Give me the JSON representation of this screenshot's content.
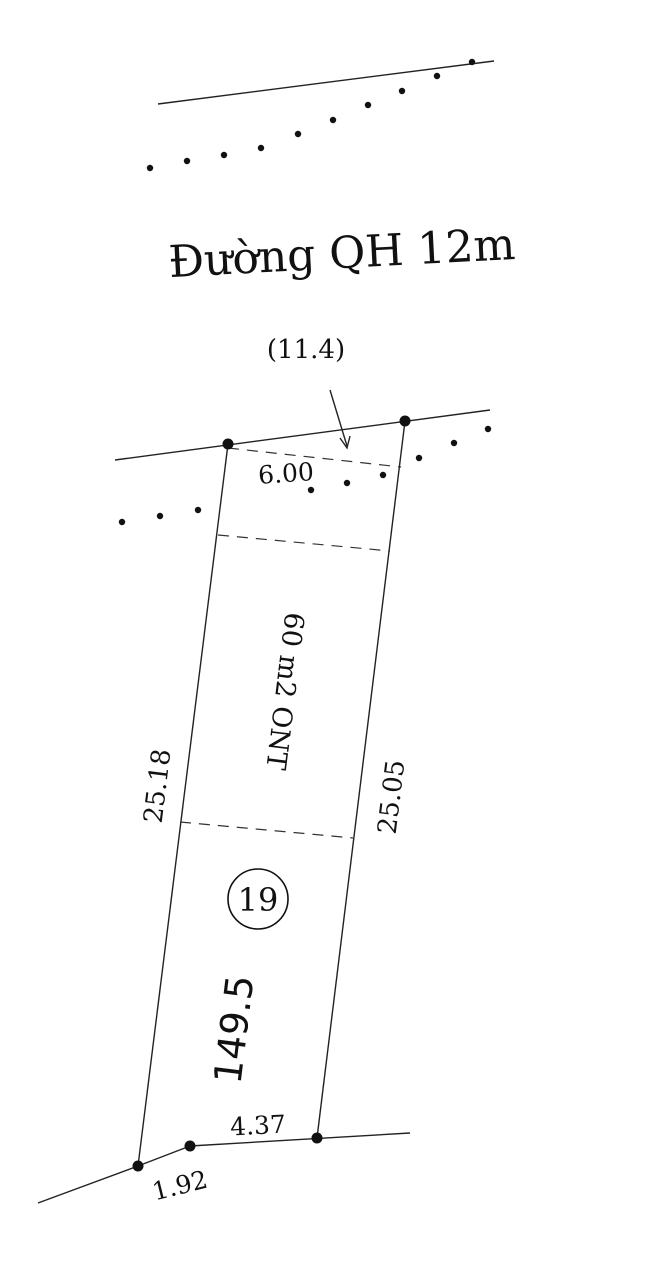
{
  "road": {
    "label": "Đường QH 12m"
  },
  "setback": {
    "label": "(11.4)"
  },
  "frontage": {
    "label": "6.00"
  },
  "residential": {
    "label": "60 m2 ONT"
  },
  "left_side": {
    "label": "25.18"
  },
  "right_side": {
    "label": "25.05"
  },
  "parcel": {
    "number": "19",
    "area": "149.5"
  },
  "back_edge": {
    "right_segment": "4.37",
    "left_segment": "1.92"
  },
  "colors": {
    "ink": "#111111",
    "paper": "#ffffff"
  }
}
